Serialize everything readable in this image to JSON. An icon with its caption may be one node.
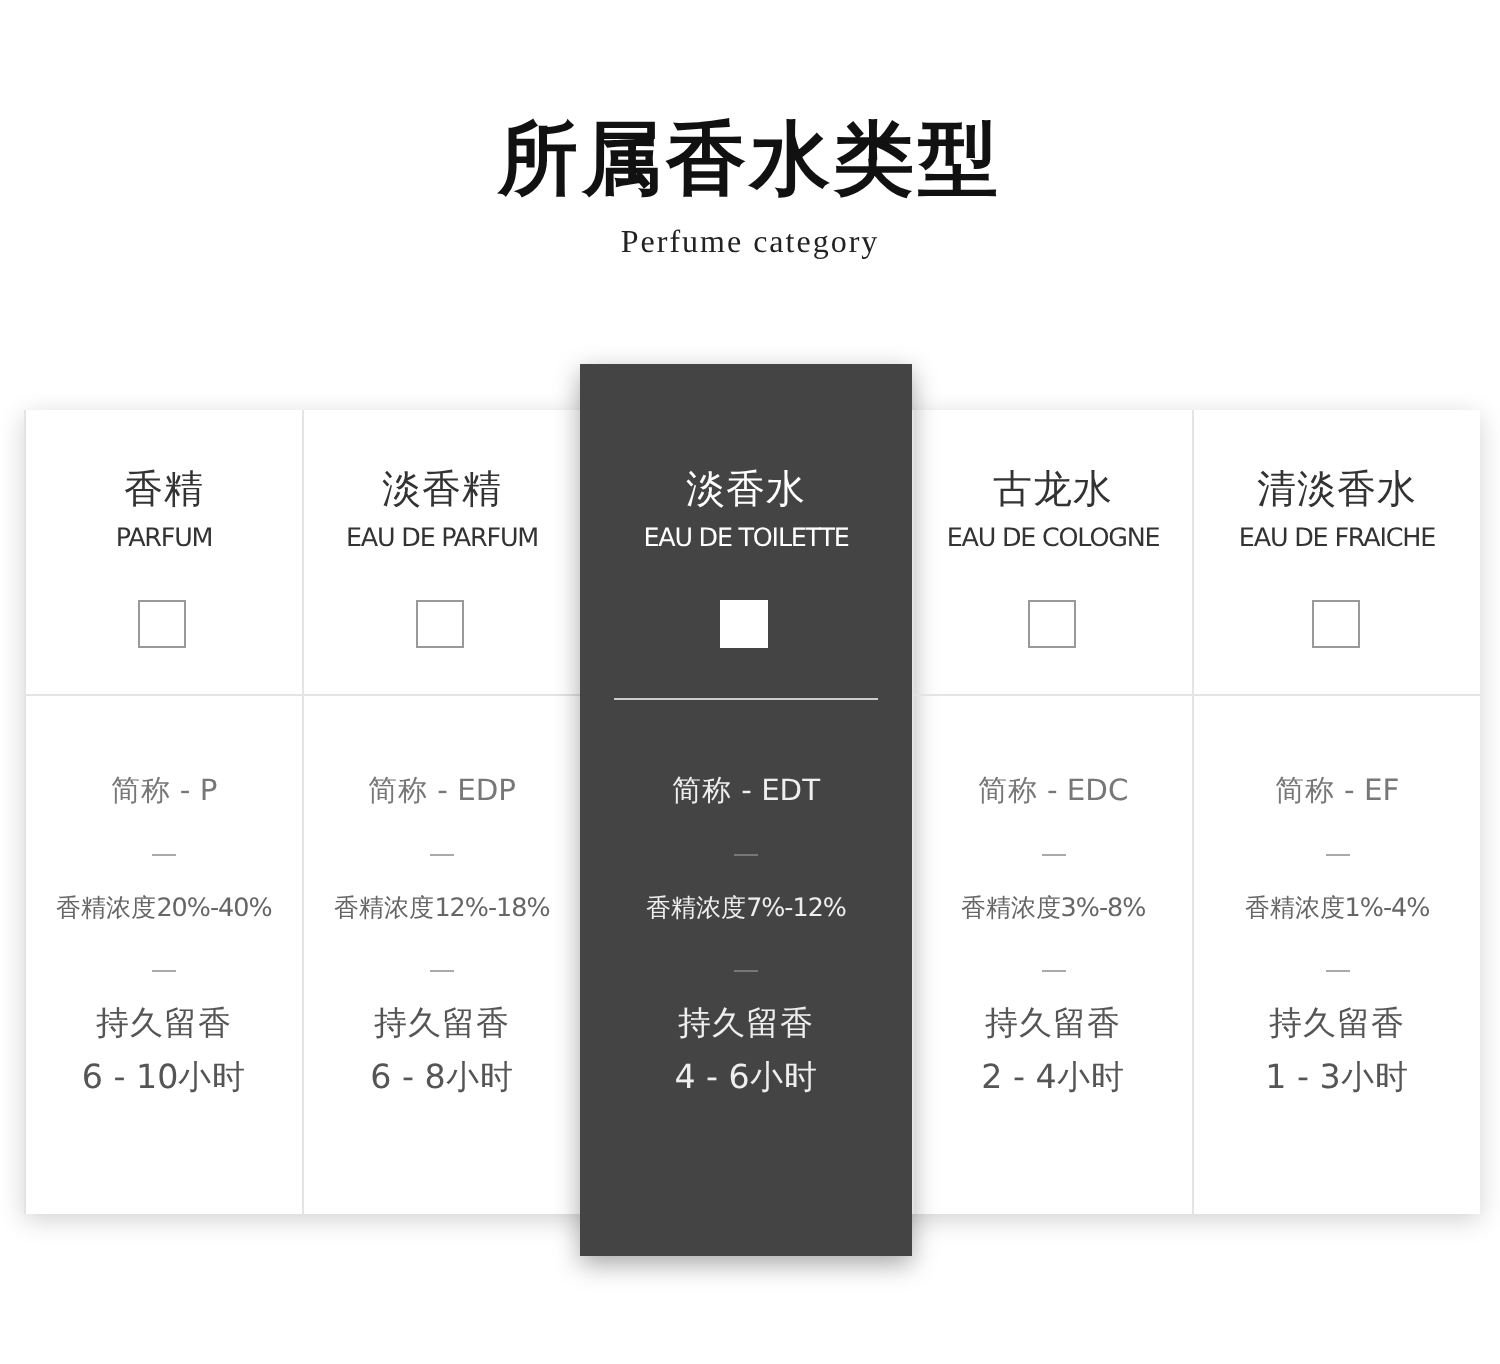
{
  "diagram": {
    "title": "所属香水类型",
    "caption": "Perfume category",
    "nodes": [
      {
        "text": [
          "香精",
          "PARFUM",
          "简称 - P",
          "香精浓度20%-40%",
          "持久留香",
          "6 - 10小时"
        ]
      },
      {
        "text": [
          "淡香精",
          "EAU DE PARFUM",
          "简称 - EDP",
          "香精浓度12%-18%",
          "持久留香",
          "6 - 8小时"
        ]
      },
      {
        "text": [
          "淡香水",
          "EAU DE TOILETTE",
          "简称 - EDT",
          "香精浓度7%-12%",
          "持久留香",
          "4 - 6小时"
        ]
      },
      {
        "text": [
          "古龙水",
          "EAU DE COLOGNE",
          "简称 - EDC",
          "香精浓度3%-8%",
          "持久留香",
          "2 - 4小时"
        ]
      },
      {
        "text": [
          "清淡香水",
          "EAU DE FRAICHE",
          "简称 - EF",
          "香精浓度1%-4%",
          "持久留香",
          "1 - 3小时"
        ]
      }
    ]
  }
}
